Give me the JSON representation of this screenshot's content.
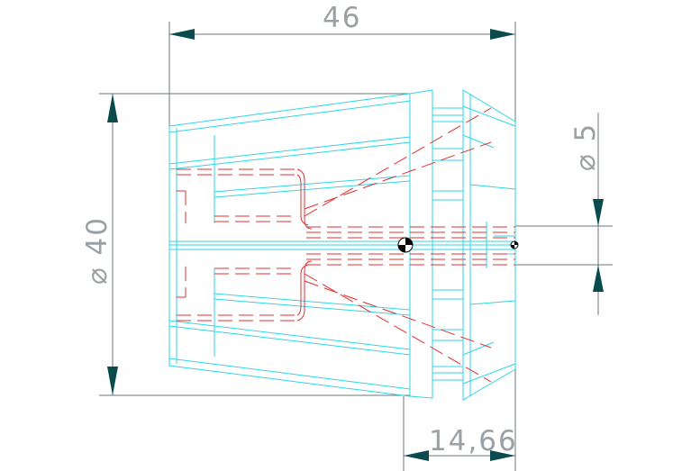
{
  "dimensions": {
    "length": "46",
    "outer_diameter": "⌀ 40",
    "bore_diameter": "⌀ 5",
    "front_length": "14,66"
  },
  "colors": {
    "outline": "#2fd6e6",
    "hidden": "#e0302f",
    "dimension_line": "#6b7478",
    "arrow": "#0a4b4d",
    "text": "#9aa0a4"
  }
}
